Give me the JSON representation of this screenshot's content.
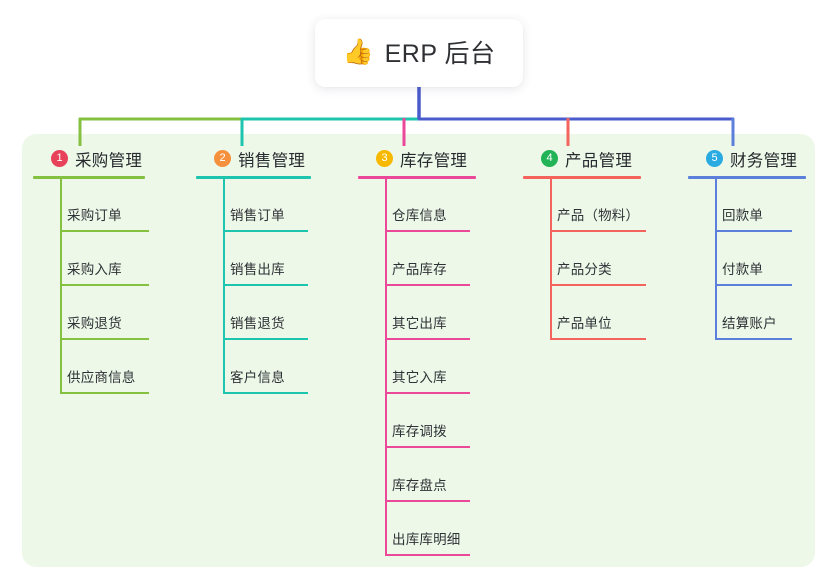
{
  "diagram": {
    "type": "mindmap",
    "root": {
      "icon": "thumbs-up-icon",
      "emoji": "👍",
      "title": "ERP 后台"
    },
    "center_stem_color": "#4a5ccc",
    "panel_color": "#eef8e9",
    "branches": [
      {
        "number": "1",
        "title": "采购管理",
        "badge_color": "#e8415a",
        "line_color": "#84c141",
        "children": [
          "采购订单",
          "采购入库",
          "采购退货",
          "供应商信息"
        ]
      },
      {
        "number": "2",
        "title": "销售管理",
        "badge_color": "#f5903c",
        "line_color": "#1dc4ae",
        "children": [
          "销售订单",
          "销售出库",
          "销售退货",
          "客户信息"
        ]
      },
      {
        "number": "3",
        "title": "库存管理",
        "badge_color": "#f7b900",
        "line_color": "#ec4899",
        "children": [
          "仓库信息",
          "产品库存",
          "其它出库",
          "其它入库",
          "库存调拨",
          "库存盘点",
          "出库库明细"
        ]
      },
      {
        "number": "4",
        "title": "产品管理",
        "badge_color": "#22b356",
        "line_color": "#f4645c",
        "children": [
          "产品（物料）",
          "产品分类",
          "产品单位"
        ]
      },
      {
        "number": "5",
        "title": "财务管理",
        "badge_color": "#29abe2",
        "line_color": "#5b7fdb",
        "children": [
          "回款单",
          "付款单",
          "结算账户"
        ]
      }
    ]
  }
}
